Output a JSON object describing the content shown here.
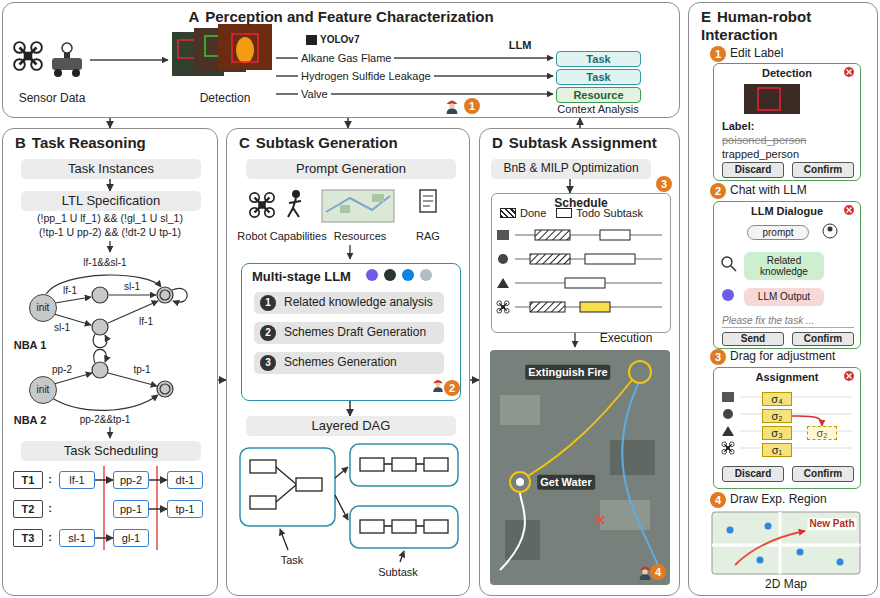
{
  "diagram": {
    "nodes": [
      {
        "text": [
          "A",
          "Perception and Feature Characterization"
        ]
      },
      {
        "text": [
          "Task"
        ],
        "in": 0
      },
      {
        "text": [
          "Task"
        ],
        "in": 0
      },
      {
        "text": [
          "Resource"
        ],
        "in": 0
      },
      {
        "text": [
          "B",
          "Task Reasoning"
        ]
      },
      {
        "text": [
          "Task Instances"
        ],
        "in": 4
      },
      {
        "text": [
          "LTL Specification"
        ],
        "in": 4
      },
      {
        "text": [
          "init"
        ],
        "in": 4
      },
      {
        "text": [
          "init"
        ],
        "in": 4
      },
      {
        "text": [
          "Task Scheduling"
        ],
        "in": 4
      },
      {
        "text": [
          "T1"
        ],
        "in": 4
      },
      {
        "text": [
          "lf-1"
        ],
        "in": 4
      },
      {
        "text": [
          "pp-2"
        ],
        "in": 4
      },
      {
        "text": [
          "dt-1"
        ],
        "in": 4
      },
      {
        "text": [
          "T2"
        ],
        "in": 4
      },
      {
        "text": [
          "pp-1"
        ],
        "in": 4
      },
      {
        "text": [
          "tp-1"
        ],
        "in": 4
      },
      {
        "text": [
          "T3"
        ],
        "in": 4
      },
      {
        "text": [
          "sl-1"
        ],
        "in": 4
      },
      {
        "text": [
          "gl-1"
        ],
        "in": 4
      },
      {
        "text": [
          "C",
          "Subtask Generation"
        ]
      },
      {
        "text": [
          "Prompt Generation"
        ],
        "in": 20
      },
      {
        "text": [
          "Multi-stage LLM"
        ],
        "in": 20
      },
      {
        "text": [
          "1",
          "Related knowledge analysis"
        ],
        "in": 22
      },
      {
        "text": [
          "2",
          "Schemes Draft Generation"
        ],
        "in": 22
      },
      {
        "text": [
          "3",
          "Schemes Generation"
        ],
        "in": 22
      },
      {
        "text": [
          "Layered DAG"
        ],
        "in": 20
      },
      {
        "text": [
          "D",
          "Subtask Assignment"
        ]
      },
      {
        "text": [
          "BnB & MILP Optimization"
        ],
        "in": 27
      },
      {
        "text": [
          "Schedule"
        ],
        "in": 27
      },
      {
        "text": [
          "E",
          "Human-robot Interaction"
        ]
      },
      {
        "text": [
          "Detection",
          "Label:",
          "poisoned_person",
          "trapped_person"
        ],
        "in": 30
      },
      {
        "text": [
          "Discard"
        ],
        "in": 31
      },
      {
        "text": [
          "Confirm"
        ],
        "in": 31
      },
      {
        "text": [
          "LLM Dialogue"
        ],
        "in": 30
      },
      {
        "text": [
          "prompt"
        ],
        "in": 34
      },
      {
        "text": [
          "Related knowledge"
        ],
        "in": 34
      },
      {
        "text": [
          "LLM Output"
        ],
        "in": 34
      },
      {
        "text": [
          "Please fix the task ..."
        ],
        "in": 34
      },
      {
        "text": [
          "Send"
        ],
        "in": 34
      },
      {
        "text": [
          "Confirm"
        ],
        "in": 34
      },
      {
        "text": [
          "Assignment"
        ],
        "in": 30
      },
      {
        "text": [
          "σ₄"
        ],
        "in": 41
      },
      {
        "text": [
          "σ₂"
        ],
        "in": 41
      },
      {
        "text": [
          "σ₃"
        ],
        "in": 41
      },
      {
        "text": [
          "σ₂"
        ],
        "in": 41
      },
      {
        "text": [
          "σ₁"
        ],
        "in": 41
      },
      {
        "text": [
          "Discard"
        ],
        "in": 41
      },
      {
        "text": [
          "Confirm"
        ],
        "in": 41
      }
    ],
    "edges": [
      {
        "from": 0,
        "to": 4,
        "arrow": "to"
      },
      {
        "from": 0,
        "to": 20,
        "arrow": "to"
      },
      {
        "from": 27,
        "to": 0,
        "arrow": "to"
      },
      {
        "from": 5,
        "to": 6,
        "arrow": "to"
      },
      {
        "from": 11,
        "to": 12,
        "arrow": "to"
      },
      {
        "from": 12,
        "to": 13,
        "arrow": "to"
      },
      {
        "from": 15,
        "to": 16,
        "arrow": "to"
      },
      {
        "from": 18,
        "to": 19,
        "arrow": "to"
      },
      {
        "from": 4,
        "to": 20,
        "arrow": "to"
      },
      {
        "from": 22,
        "to": 26,
        "arrow": "to"
      },
      {
        "from": 20,
        "to": 27,
        "arrow": "to"
      },
      {
        "from": 28,
        "to": 29,
        "arrow": "to"
      },
      {
        "from": 43,
        "to": 45,
        "arrow": "to"
      }
    ],
    "labels": [
      "Sensor Data",
      "Detection",
      "YOLOv7",
      "Alkane Gas Flame",
      "Hydrogen Sulfide Leakage",
      "Valve",
      "LLM",
      "Context Analysis",
      "1",
      "(!pp_1 U lf_1) && (!gl_1 U sl_1)",
      "(!tp-1 U pp-2) && (!dt-2 U tp-1)",
      "lf-1&&sl-1",
      "lf-1",
      "sl-1",
      "sl-1",
      "lf-1",
      "NBA 1",
      "pp-2",
      "tp-1",
      "pp-2&&tp-1",
      "NBA 2",
      ":",
      ":",
      ":",
      "Robot Capabilities",
      "Resources",
      "RAG",
      "2",
      "Task",
      "Subtask",
      "3",
      "Execution",
      "Extinguish Fire",
      "Get Water",
      "4",
      "1",
      "Edit Label",
      "2",
      "Chat with LLM",
      "3",
      "Drag for adjustment",
      "4",
      "Draw Exp. Region",
      "New Path",
      "2D Map"
    ],
    "legend": [
      {
        "text": "Done"
      },
      {
        "text": "Todo Subtask",
        "color": "#ffffff"
      }
    ]
  }
}
